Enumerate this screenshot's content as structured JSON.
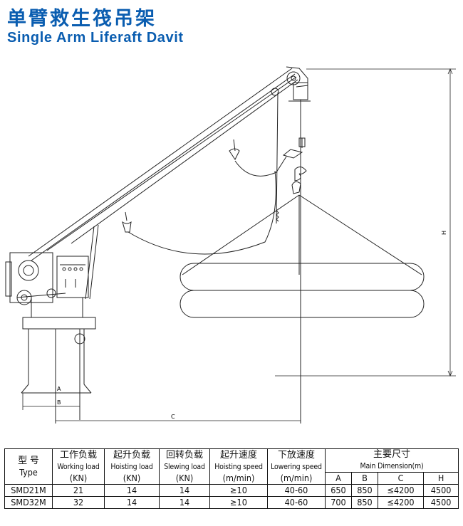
{
  "title": {
    "chinese": "单臂救生筏吊架",
    "english": "Single Arm Liferaft Davit"
  },
  "drawing": {
    "dimension_labels": {
      "A": "A",
      "B": "B",
      "C": "C",
      "H": "H"
    },
    "colors": {
      "line": "#222222",
      "accent": "#0a5db0"
    }
  },
  "table": {
    "col_type_cn": "型 号",
    "col_type_en": "Type",
    "col_working_cn": "工作负载",
    "col_working_en": "Working load",
    "col_working_unit": "(KN)",
    "col_hoisting_cn": "起升负载",
    "col_hoisting_en": "Hoisting load",
    "col_hoisting_unit": "(KN)",
    "col_slewing_cn": "回转负载",
    "col_slewing_en": "Slewing load",
    "col_slewing_unit": "(KN)",
    "col_hspeed_cn": "起升速度",
    "col_hspeed_en": "Hoisting speed",
    "col_hspeed_unit": "(m/min)",
    "col_lspeed_cn": "下放速度",
    "col_lspeed_en": "Lowering speed",
    "col_lspeed_unit": "(m/min)",
    "col_dim_cn": "主要尺寸",
    "col_dim_en": "Main Dimension(m)",
    "dim_headers": [
      "A",
      "B",
      "C",
      "H"
    ],
    "rows": [
      {
        "type": "SMD21M",
        "working": "21",
        "hoisting": "14",
        "slewing": "14",
        "hspeed": "≥10",
        "lspeed": "40-60",
        "A": "650",
        "B": "850",
        "C": "≤4200",
        "H": "4500"
      },
      {
        "type": "SMD32M",
        "working": "32",
        "hoisting": "14",
        "slewing": "14",
        "hspeed": "≥10",
        "lspeed": "40-60",
        "A": "700",
        "B": "850",
        "C": "≤4200",
        "H": "4500"
      }
    ]
  }
}
